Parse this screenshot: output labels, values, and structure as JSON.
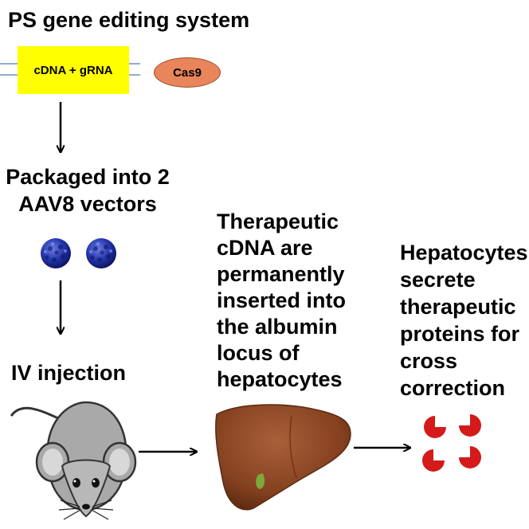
{
  "title": "PS gene editing system",
  "construct": {
    "label": "cDNA + gRNA",
    "color": "#ffff00"
  },
  "enzyme": {
    "label": "Cas9",
    "color": "#e8855a"
  },
  "steps": [
    "Packaged into 2 AAV8 vectors",
    "IV injection",
    "Therapeutic cDNA are permanently inserted into the albumin locus of hepatocytes",
    "Hepatocytes secrete therapeutic proteins for cross correction"
  ],
  "icons": [
    "aav8-virus-icon",
    "aav8-virus-icon",
    "mouse-icon",
    "liver-icon",
    "secreted-protein-icon"
  ],
  "colors": {
    "virus": "#2233aa",
    "liver": "#8b4a2b",
    "protein": "#d41a1a",
    "mouse_body": "#a9a9a9"
  }
}
